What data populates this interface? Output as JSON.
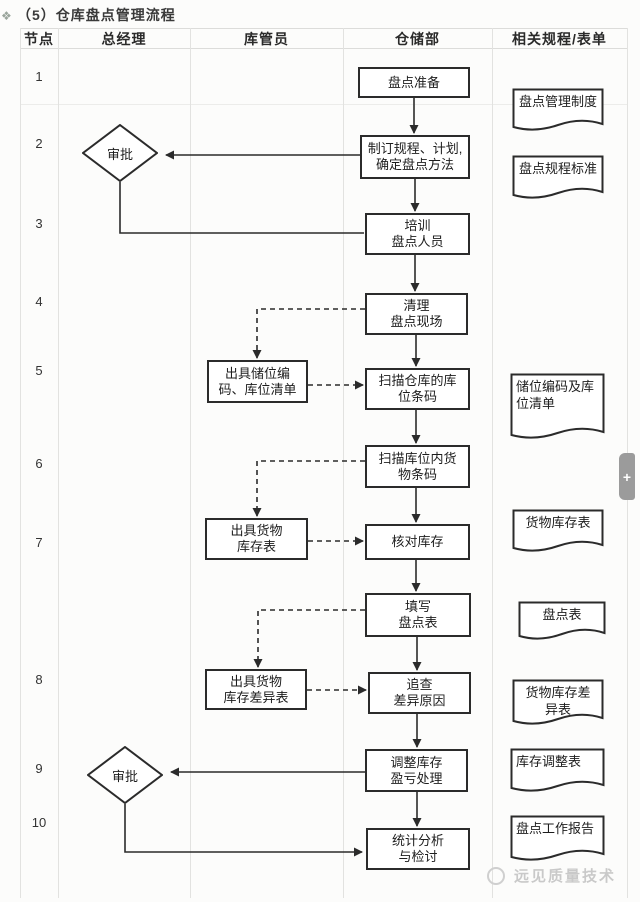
{
  "title": {
    "bullet": "❖",
    "text": "（5）仓库盘点管理流程"
  },
  "header": {
    "node": "节点",
    "general_manager": "总经理",
    "warehouse_keeper": "库管员",
    "warehouse_dept": "仓储部",
    "related_docs": "相关规程/表单"
  },
  "node_ids": [
    "1",
    "2",
    "3",
    "4",
    "5",
    "6",
    "7",
    "8",
    "9",
    "10"
  ],
  "flow": {
    "prepare": "盘点准备",
    "make_plan": "制订规程、计划,\n确定盘点方法",
    "approve_plan": "审批",
    "train": "培训\n盘点人员",
    "clean_site": "清理\n盘点现场",
    "issue_location_list": "出具储位编\n码、库位清单",
    "scan_location_barcode": "扫描仓库的库\n位条码",
    "scan_goods_barcode": "扫描库位内货\n物条码",
    "issue_inventory_list": "出具货物\n库存表",
    "verify_inventory": "核对库存",
    "fill_count_sheet": "填写\n盘点表",
    "issue_diff_list": "出具货物\n库存差异表",
    "trace_diff": "追查\n差异原因",
    "adjust_inventory": "调整库存\n盈亏处理",
    "approve_adjust": "审批",
    "analyze_review": "统计分析\n与检讨"
  },
  "documents": {
    "mgmt_system": "盘点管理制度",
    "procedure_standard": "盘点规程标准",
    "location_code_list": "储位编码及库\n位清单",
    "goods_inventory": "货物库存表",
    "count_sheet": "盘点表",
    "inventory_diff": "货物库存差\n异表",
    "adjust_form": "库存调整表",
    "work_report": "盘点工作报告"
  },
  "side_tab": {
    "label": "+"
  },
  "watermark": {
    "text": "远见质量技术"
  },
  "colors": {
    "line": "#2b2b2b",
    "grid": "#e2e2e0",
    "tab_gray": "#9b9b9b",
    "watermark_gray": "#c9c9c9"
  }
}
